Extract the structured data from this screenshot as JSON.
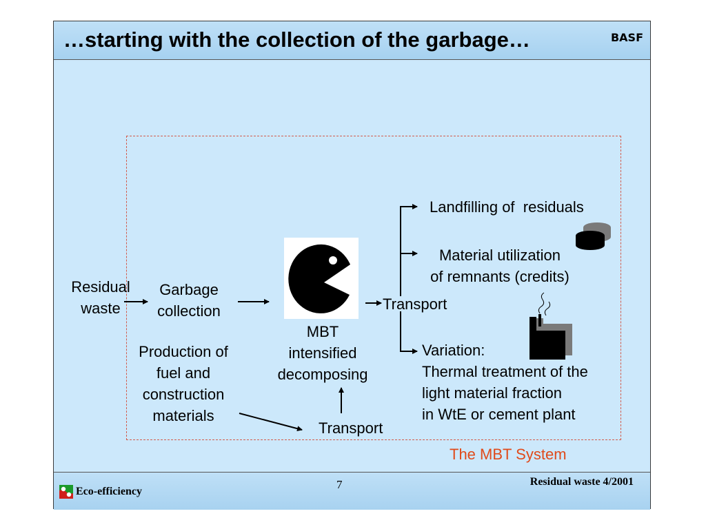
{
  "slide": {
    "title": "…starting with the collection of the garbage…",
    "brand": "BASF",
    "footer": {
      "eco_label": "Eco-efficiency",
      "page_number": "7",
      "reference": "Residual waste 4/2001"
    }
  },
  "diagram": {
    "residual_waste": "Residual\nwaste",
    "garbage_collection": "Garbage\ncollection",
    "mbt": "MBT\nintensified\ndecomposing",
    "production": "Production of\nfuel and\nconstruction\nmaterials",
    "transport_bottom": "Transport",
    "transport_main": "Transport",
    "landfilling": "Landfilling of  residuals",
    "material_utilization": "Material utilization\nof remnants (credits)",
    "variation": "Variation:\nThermal treatment of the\nlight material fraction\nin WtE or cement plant",
    "caption": "The MBT System"
  },
  "icons": {
    "pacman": "pacman-icon",
    "landfill": "landfill-disk-icon",
    "factory": "factory-smokestack-icon",
    "eco_logo": "eco-efficiency-logo-icon"
  },
  "colors": {
    "slide_bg": "#cce8fb",
    "frame_border": "#d35a4a",
    "caption": "#e04a1a"
  }
}
